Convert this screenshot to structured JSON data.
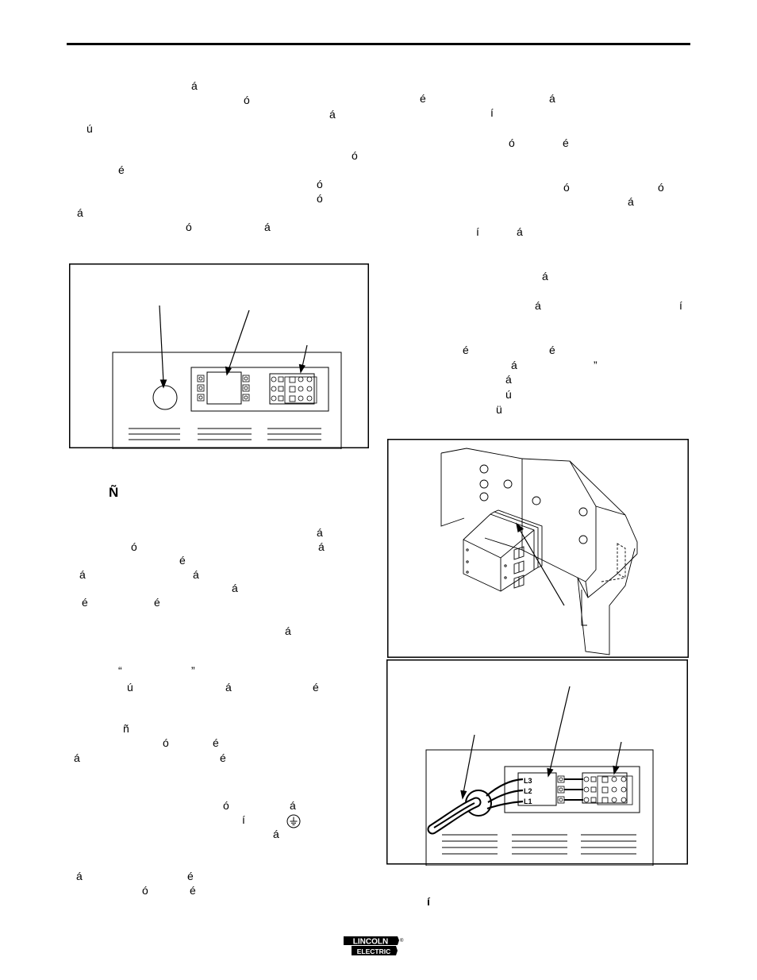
{
  "left_column": {
    "glyphs": [
      "á",
      "ó",
      "á",
      "ú",
      "ó",
      "é",
      "ó",
      "ó",
      "á",
      "ó",
      "á"
    ],
    "section_heading_glyph": "Ñ",
    "section_glyphs": [
      "á",
      "ó",
      "á",
      "é",
      "á",
      "á",
      "á",
      "é",
      "é",
      "á",
      "“",
      "”",
      "ú",
      "á",
      "é",
      "ñ",
      "ó",
      "é",
      "á",
      "é",
      "ó",
      "á",
      "í",
      "á",
      "á",
      "é",
      "ó",
      "é"
    ]
  },
  "right_column": {
    "glyphs": [
      "é",
      "á",
      "í",
      "ó",
      "é",
      "ó",
      "ó",
      "á",
      "í",
      "á",
      "á",
      "á",
      "í",
      "é",
      "é",
      "á",
      "”",
      "á",
      "ú",
      "ü"
    ],
    "footer_glyph": "í"
  },
  "figure_bottom": {
    "terminal_labels": [
      "L3",
      "L2",
      "L1"
    ]
  },
  "logo": {
    "top_text": "LINCOLN",
    "bottom_text": "ELECTRIC",
    "mark": "®"
  }
}
